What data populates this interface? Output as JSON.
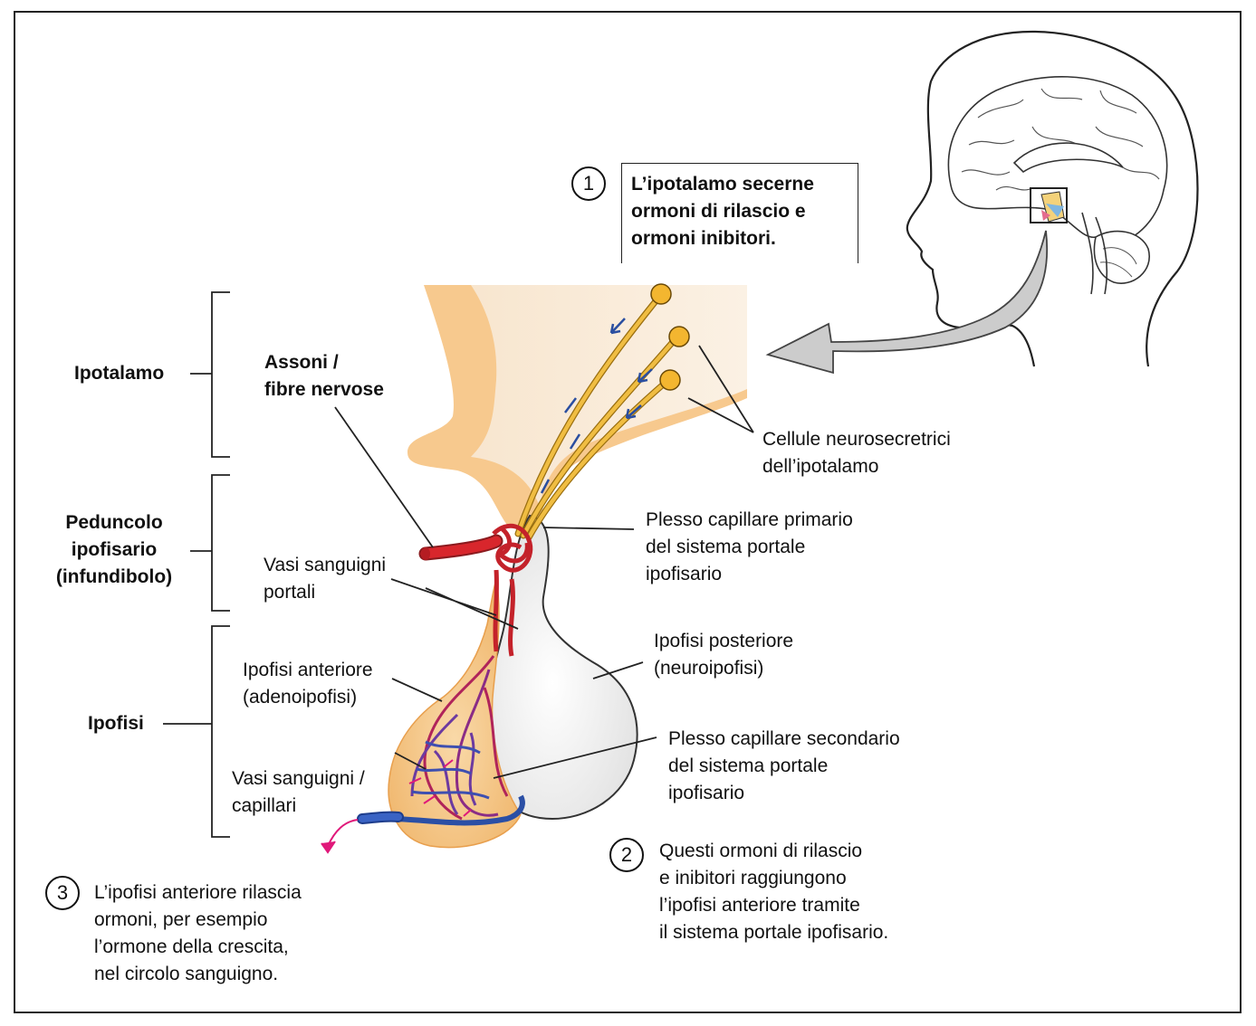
{
  "labels": {
    "ipotalamo": "Ipotalamo",
    "peduncolo": [
      "Peduncolo",
      "ipofisario",
      "(infundibolo)"
    ],
    "ipofisi": "Ipofisi",
    "assoni": [
      "Assoni /",
      "fibre nervose"
    ],
    "vasi_portali": [
      "Vasi sanguigni",
      "portali"
    ],
    "ipofisi_anteriore": [
      "Ipofisi anteriore",
      "(adenoipofisi)"
    ],
    "vasi_capillari": [
      "Vasi sanguigni /",
      "capillari"
    ],
    "cellule": [
      "Cellule neurosecretrici",
      "dell’ipotalamo"
    ],
    "plesso_primario": [
      "Plesso capillare primario",
      "del sistema portale",
      "ipofisario"
    ],
    "ipofisi_posteriore": [
      "Ipofisi posteriore",
      "(neuroipofisi)"
    ],
    "plesso_secondario": [
      "Plesso capillare secondario",
      "del sistema portale",
      "ipofisario"
    ]
  },
  "steps": [
    {
      "number": "1",
      "lines": [
        "L’ipotalamo secerne",
        "ormoni di rilascio e",
        "ormoni inibitori."
      ]
    },
    {
      "number": "2",
      "lines": [
        "Questi ormoni di rilascio",
        "e inibitori raggiungono",
        "l’ipofisi anteriore tramite",
        "il sistema portale ipofisario."
      ]
    },
    {
      "number": "3",
      "lines": [
        "L’ipofisi anteriore rilascia",
        "ormoni, per esempio",
        "l’ormone della crescita,",
        "nel circolo sanguigno."
      ]
    }
  ],
  "colors": {
    "hypothalamus": "#f7c98e",
    "posterior_pituitary": "#f1f1f1",
    "axon": "#e9b13a",
    "artery": "#d8262c",
    "vein": "#2b4fa5",
    "flow_arrow": "#e0197a"
  }
}
